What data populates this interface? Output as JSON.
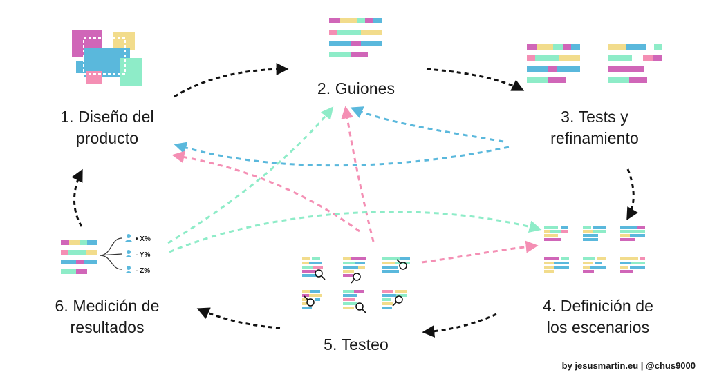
{
  "steps": {
    "s1": {
      "line1": "1. Diseño del",
      "line2": "producto"
    },
    "s2": {
      "line1": "2. Guiones"
    },
    "s3": {
      "line1": "3. Tests y",
      "line2": "refinamiento"
    },
    "s4": {
      "line1": "4. Definición de",
      "line2": "los escenarios"
    },
    "s5": {
      "line1": "5. Testeo"
    },
    "s6": {
      "line1": "6. Medición de",
      "line2": "resultados"
    }
  },
  "metrics": [
    "• X%",
    "- Y%",
    "- Z%"
  ],
  "footer": {
    "credit": "by jesusmartin.eu | @chus9000"
  },
  "colors": {
    "magenta": "#d066b8",
    "yellow": "#f2dc8c",
    "blue": "#5ab8dc",
    "mint": "#8eecc8",
    "pink": "#f48fb4",
    "arrow_black": "#111111",
    "arrow_blue": "#5ab8dc",
    "arrow_pink": "#f48fb4",
    "arrow_mint": "#8eecc8"
  }
}
